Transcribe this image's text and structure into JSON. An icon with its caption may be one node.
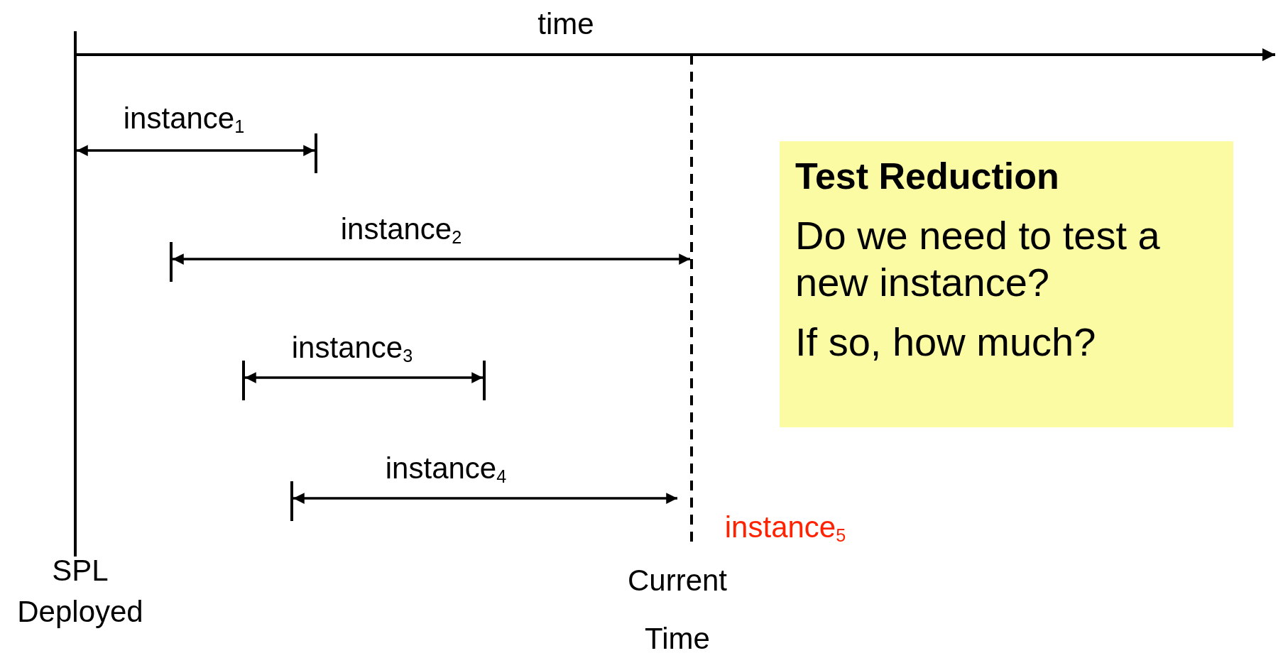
{
  "diagram": {
    "nodes": [
      {
        "text": [
          "Test Reduction",
          "Do we need to test a new instance?",
          "If so, how much?"
        ]
      }
    ],
    "edges": [],
    "labels": [
      "time",
      "instance$_{1}$",
      "instance$_{2}$",
      "instance$_{3}$",
      "instance$_{4}$",
      "instance$_{5}$",
      "SPL Deployed",
      "Current",
      "Time"
    ]
  }
}
